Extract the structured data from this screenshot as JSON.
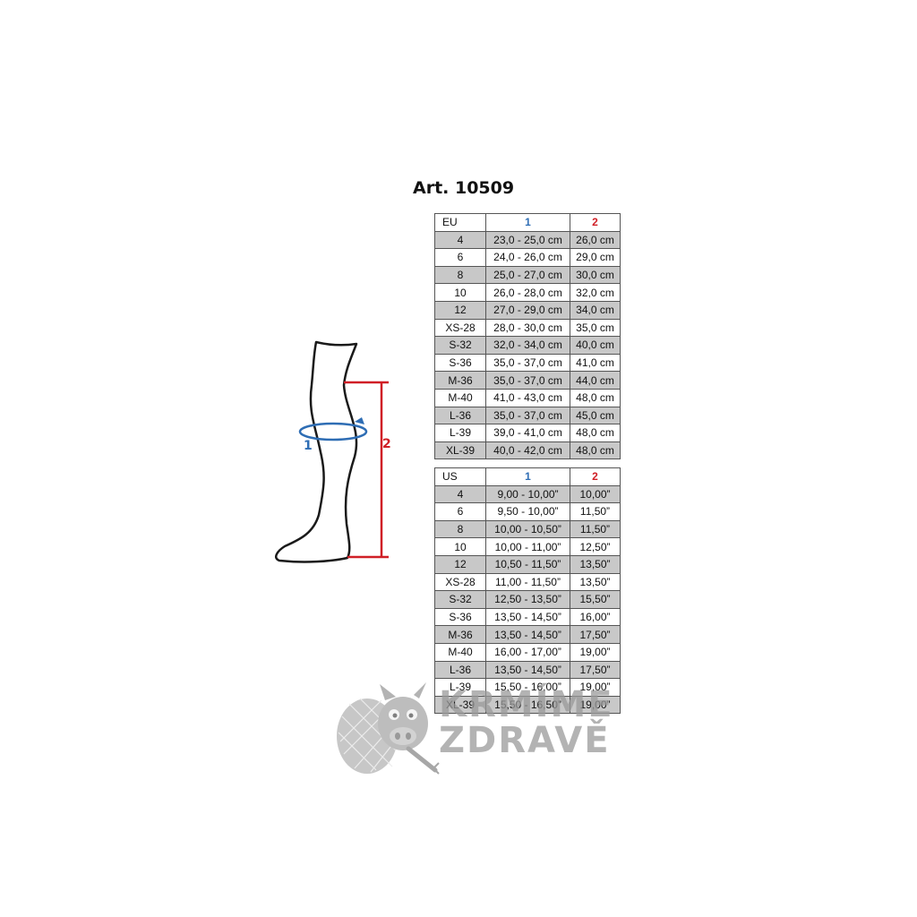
{
  "title": "Art. 10509",
  "diagram": {
    "label_1": "1",
    "label_2": "2",
    "colors": {
      "label_1": "#2e6db4",
      "label_2": "#d01f26"
    }
  },
  "eu_table": {
    "headers": [
      "EU",
      "1",
      "2"
    ],
    "rows": [
      [
        "4",
        "23,0 - 25,0 cm",
        "26,0 cm"
      ],
      [
        "6",
        "24,0 - 26,0 cm",
        "29,0 cm"
      ],
      [
        "8",
        "25,0 - 27,0 cm",
        "30,0 cm"
      ],
      [
        "10",
        "26,0 - 28,0 cm",
        "32,0 cm"
      ],
      [
        "12",
        "27,0 - 29,0 cm",
        "34,0 cm"
      ],
      [
        "XS-28",
        "28,0 - 30,0 cm",
        "35,0 cm"
      ],
      [
        "S-32",
        "32,0 - 34,0 cm",
        "40,0 cm"
      ],
      [
        "S-36",
        "35,0 - 37,0 cm",
        "41,0 cm"
      ],
      [
        "M-36",
        "35,0 - 37,0 cm",
        "44,0 cm"
      ],
      [
        "M-40",
        "41,0 - 43,0 cm",
        "48,0 cm"
      ],
      [
        "L-36",
        "35,0 - 37,0 cm",
        "45,0 cm"
      ],
      [
        "L-39",
        "39,0 - 41,0 cm",
        "48,0 cm"
      ],
      [
        "XL-39",
        "40,0 - 42,0 cm",
        "48,0 cm"
      ]
    ]
  },
  "us_table": {
    "headers": [
      "US",
      "1",
      "2"
    ],
    "rows": [
      [
        "4",
        "9,00 - 10,00”",
        "10,00”"
      ],
      [
        "6",
        "9,50 - 10,00”",
        "11,50”"
      ],
      [
        "8",
        "10,00 - 10,50”",
        "11,50”"
      ],
      [
        "10",
        "10,00 - 11,00”",
        "12,50”"
      ],
      [
        "12",
        "10,50 - 11,50”",
        "13,50”"
      ],
      [
        "XS-28",
        "11,00 - 11,50”",
        "13,50”"
      ],
      [
        "S-32",
        "12,50 - 13,50”",
        "15,50”"
      ],
      [
        "S-36",
        "13,50 - 14,50”",
        "16,00”"
      ],
      [
        "M-36",
        "13,50 - 14,50”",
        "17,50”"
      ],
      [
        "M-40",
        "16,00 - 17,00”",
        "19,00”"
      ],
      [
        "L-36",
        "13,50 - 14,50”",
        "17,50”"
      ],
      [
        "L-39",
        "15,50 - 16,00”",
        "19,00”"
      ],
      [
        "XL-39",
        "15,50 - 16,50”",
        "19,00”"
      ]
    ]
  },
  "shaded_rows": [
    0,
    2,
    4,
    6,
    8,
    10,
    12
  ],
  "watermark": {
    "line1": "KRMÍME",
    "line2": "ZDRAVĚ",
    "color": "#9a9a9a"
  }
}
